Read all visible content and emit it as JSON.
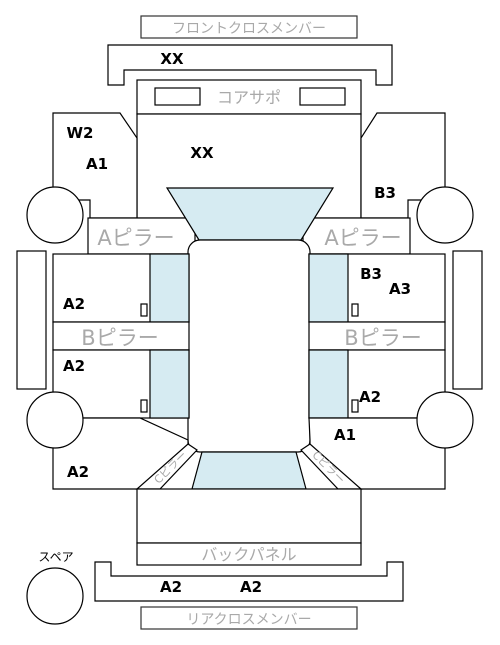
{
  "labels": {
    "front_cross_member": "フロントクロスメンバー",
    "core_support": "コアサポ",
    "a_pillar": "Aピラー",
    "b_pillar": "Bピラー",
    "c_pillar": "Cピラー",
    "back_panel": "バックパネル",
    "rear_cross_member": "リアクロスメンバー",
    "spare": "スペア"
  },
  "codes": {
    "front_member": "XX",
    "hood": "XX",
    "front_left_upper": "W2",
    "front_left_lower": "A1",
    "front_right": "B3",
    "left_front_door": "A2",
    "right_front_door_top": "B3",
    "right_front_door_bottom": "A3",
    "left_rear_door": "A2",
    "right_rear_door": "A2",
    "rear_right_quarter": "A1",
    "rear_left_quarter": "A2",
    "rear_member_left": "A2",
    "rear_member_right": "A2"
  }
}
